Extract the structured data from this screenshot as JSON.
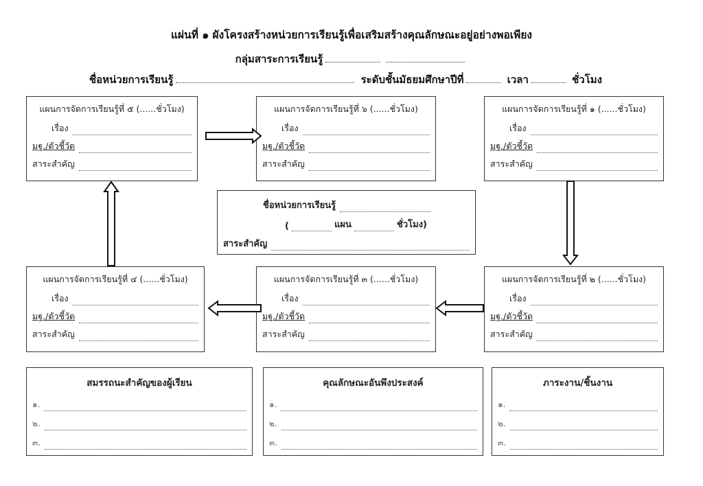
{
  "header": {
    "title": "แผ่นที่ ๑ ผังโครงสร้างหน่วยการเรียนรู้เพื่อเสริมสร้างคุณลักษณะอยู่อย่างพอเพียง",
    "subject_label": "กลุ่มสาระการเรียนรู้",
    "unit_label": "ชื่อหน่วยการเรียนรู้",
    "level_label": "ระดับชั้นมัธยมศึกษาปีที่",
    "time_label": "เวลา",
    "hours_label": "ชั่วโมง"
  },
  "plan_fields": {
    "topic": "เรื่อง",
    "standard": "มฐ./ตัวชี้วัด",
    "essence": "สาระสำคัญ"
  },
  "plans": [
    {
      "title": "แผนการจัดการเรียนรู้ที่ ๕ (......ชั่วโมง)"
    },
    {
      "title": "แผนการจัดการเรียนรู้ที่ ๖ (......ชั่วโมง)"
    },
    {
      "title": "แผนการจัดการเรียนรู้ที่ ๑ (......ชั่วโมง)"
    },
    {
      "title": "แผนการจัดการเรียนรู้ที่ ๔ (......ชั่วโมง)"
    },
    {
      "title": "แผนการจัดการเรียนรู้ที่ ๓ (......ชั่วโมง)"
    },
    {
      "title": "แผนการจัดการเรียนรู้ที่ ๒ (......ชั่วโมง)"
    }
  ],
  "center": {
    "unit_label": "ชื่อหน่วยการเรียนรู้",
    "open_paren": "(",
    "plan_label": "แผน",
    "hours_label": "ชั่วโมง)",
    "essence_label": "สาระสำคัญ"
  },
  "bottom": [
    {
      "title": "สมรรถนะสำคัญของผู้เรียน",
      "items": [
        "๑.",
        "๒.",
        "๓."
      ]
    },
    {
      "title": "คุณลักษณะอันพึงประสงค์",
      "items": [
        "๑.",
        "๒.",
        "๓."
      ]
    },
    {
      "title": "ภาระงาน/ชิ้นงาน",
      "items": [
        "๑.",
        "๒.",
        "๓."
      ]
    }
  ]
}
